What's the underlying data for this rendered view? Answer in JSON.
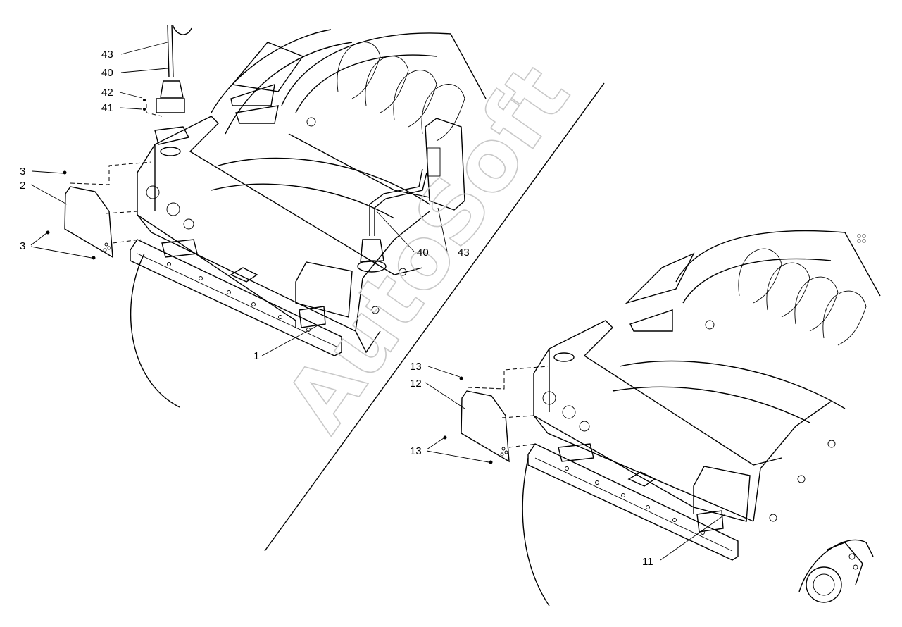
{
  "watermark": "AutoSoft",
  "labels": {
    "l43a": "43",
    "l40a": "40",
    "l42": "42",
    "l41": "41",
    "l3a": "3",
    "l2": "2",
    "l3b": "3",
    "l40b": "40",
    "l43b": "43",
    "l1": "1",
    "l13a": "13",
    "l12": "12",
    "l13b": "13",
    "l11": "11"
  }
}
